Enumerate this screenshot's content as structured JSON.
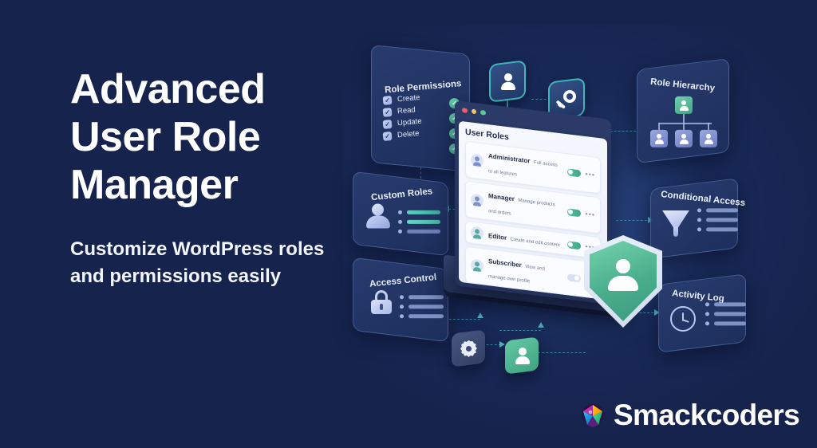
{
  "theme": {
    "background": "#16234d",
    "accent_teal": "#3fb6bd",
    "accent_green": "#49ad8b",
    "text_primary": "#ffffff"
  },
  "hero": {
    "headline": "Advanced\nUser Role\nManager",
    "subheadline": "Customize WordPress roles\nand permissions easily"
  },
  "logo": {
    "name": "Smackcoders",
    "mark_icon": "gem-logo-icon"
  },
  "illustration": {
    "window": {
      "title": "User Roles",
      "traffic_lights": [
        "close-dot",
        "minimize-dot",
        "maximize-dot"
      ],
      "roles": [
        {
          "name": "Administrator",
          "description": "Full access to all features",
          "toggle": "on",
          "menu": "more-options"
        },
        {
          "name": "Manager",
          "description": "Manage products and orders",
          "toggle": "on",
          "menu": "more-options"
        },
        {
          "name": "Editor",
          "description": "Create and edit content",
          "toggle": "on",
          "menu": "more-options"
        },
        {
          "name": "Subscriber",
          "description": "View and manage own profile",
          "toggle": "off",
          "menu": "more-options"
        }
      ]
    },
    "cards": {
      "role_permissions": {
        "title": "Role Permissions",
        "permissions": [
          "Create",
          "Read",
          "Update",
          "Delete"
        ],
        "checked": [
          true,
          true,
          true,
          true
        ],
        "status_icons": [
          "check-circle-icon",
          "check-circle-icon",
          "check-circle-icon",
          "check-circle-icon"
        ]
      },
      "custom_roles": {
        "title": "Custom Roles",
        "icon": "user-icon",
        "line_count": 3
      },
      "access_control": {
        "title": "Access Control",
        "icon": "lock-icon",
        "line_count": 3
      },
      "role_hierarchy": {
        "title": "Role Hierarchy",
        "root_icon": "user-icon",
        "child_icons": [
          "user-icon",
          "user-icon",
          "user-icon"
        ]
      },
      "conditional_access": {
        "title": "Conditional Access",
        "icon": "funnel-icon",
        "line_count": 3
      },
      "activity_log": {
        "title": "Activity Log",
        "icon": "clock-icon",
        "line_count": 3
      }
    },
    "badges": [
      {
        "icon": "user-badge-icon"
      },
      {
        "icon": "key-badge-icon"
      }
    ],
    "tiles": [
      {
        "icon": "gear-tile-icon"
      },
      {
        "icon": "user-tile-icon"
      }
    ],
    "shield": {
      "icon": "shield-user-icon"
    }
  }
}
